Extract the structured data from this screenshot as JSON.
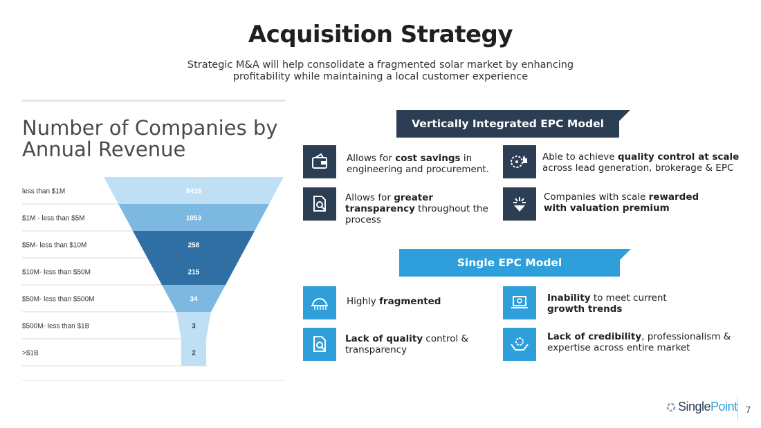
{
  "slide": {
    "title": "Acquisition Strategy",
    "subtitle": "Strategic M&A will help consolidate a fragmented solar market by enhancing profitability while maintaining a local customer experience",
    "page_number": "7"
  },
  "chart_data": {
    "type": "funnel",
    "title": "Number of Companies by Annual Revenue",
    "categories": [
      "less than $1M",
      "$1M - less than $5M",
      "$5M- less than $10M",
      "$10M- less than $50M",
      "$50M- less than $500M",
      "$500M- less than $1B",
      ">$1B"
    ],
    "values": [
      8435,
      1053,
      258,
      215,
      34,
      3,
      2
    ],
    "value_labels": [
      "8435",
      "1053",
      "258",
      "215",
      "34",
      "3",
      "2"
    ],
    "colors": [
      "#bfe0f4",
      "#7db8e0",
      "#2f6fa3",
      "#2f6fa3",
      "#7db8e0",
      "#bfe0f4",
      "#bfe0f4"
    ]
  },
  "vertical": {
    "banner": "Vertically Integrated EPC Model",
    "items": [
      {
        "icon": "wallet-icon",
        "pre": "Allows for ",
        "bold": "cost savings",
        "post": " in engineering and procurement."
      },
      {
        "icon": "quality-thumbs-up-icon",
        "pre": "Able to achieve ",
        "bold": "quality control at scale",
        "post": " across lead generation, brokerage & EPC"
      },
      {
        "icon": "document-search-icon",
        "pre": "Allows for ",
        "bold": "greater transparency",
        "post": " throughout the process"
      },
      {
        "icon": "growth-sparkle-icon",
        "pre": "Companies with scale ",
        "bold": "rewarded with valuation premium",
        "post": ""
      }
    ]
  },
  "single": {
    "banner": "Single EPC Model",
    "items": [
      {
        "icon": "fragmented-globe-icon",
        "pre": "Highly ",
        "bold": "fragmented",
        "post": ""
      },
      {
        "icon": "laptop-growth-icon",
        "pre": "",
        "bold": "Inability",
        "post": " to meet current ",
        "bold2": "growth trends"
      },
      {
        "icon": "document-search-icon",
        "pre": "",
        "bold": "Lack of quality",
        "post": " control & transparency"
      },
      {
        "icon": "hands-gear-icon",
        "pre": "",
        "bold": "Lack of credibility",
        "post": ", professionalism & expertise across entire market"
      }
    ]
  },
  "logo": {
    "text_1": "Single",
    "text_2": "Point"
  },
  "theme": {
    "navy": "#2c3e54",
    "blue": "#2e9fda"
  }
}
